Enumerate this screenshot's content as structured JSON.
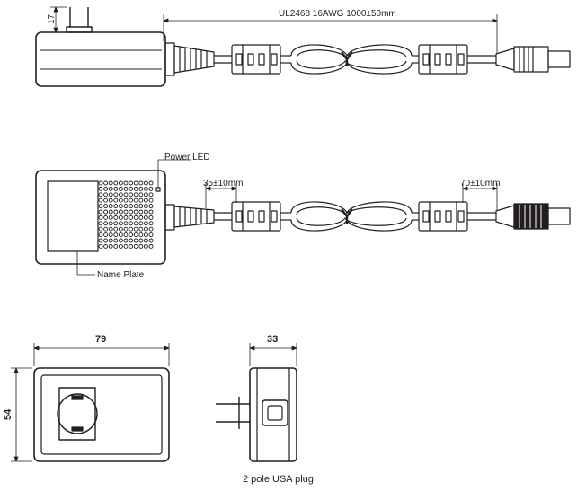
{
  "top_view": {
    "height_dim": "17",
    "cable_spec": "UL2468 16AWG 1000±50mm"
  },
  "side_view": {
    "power_led_label": "Power LED",
    "name_plate_label": "Name Plate",
    "dim_left": "35±10mm",
    "dim_right": "70±10mm"
  },
  "front_view": {
    "width_dim": "79",
    "height_dim": "54"
  },
  "plug_view": {
    "width_dim": "33",
    "caption": "2 pole USA plug"
  },
  "colors": {
    "line": "#231f20",
    "background": "#ffffff"
  }
}
